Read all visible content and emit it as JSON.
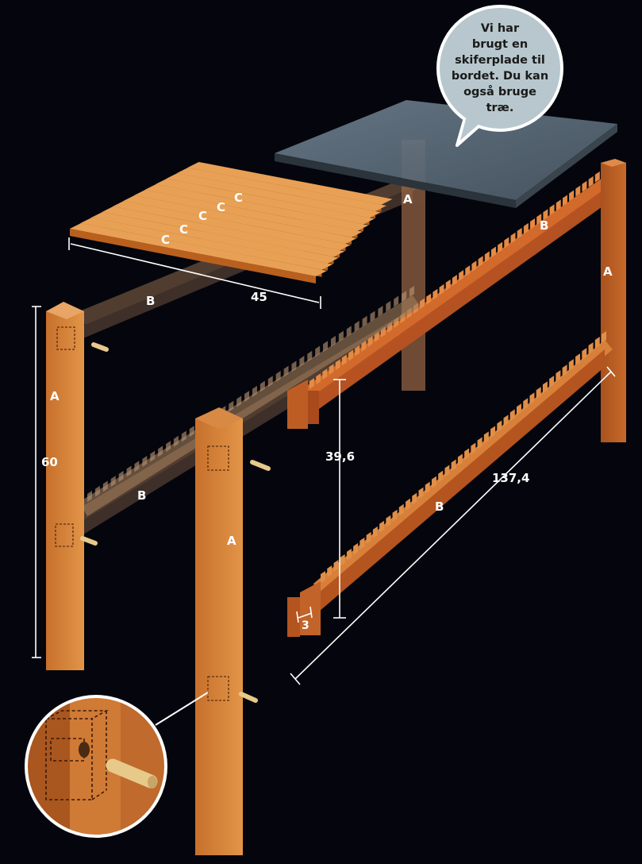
{
  "labels": {
    "part_a": "A",
    "part_b": "B",
    "part_c": "C"
  },
  "dimensions": {
    "height": "60",
    "slat_width": "45",
    "rail_length": "137,4",
    "rail_height": "39,6",
    "notch": "3"
  },
  "speech_bubble": {
    "lines": [
      "Vi har",
      "brugt en",
      "skiferplade til",
      "bordet. Du kan",
      "også bruge",
      "træ."
    ]
  },
  "colors": {
    "background": "#05060d",
    "wood_light": "#d98a3c",
    "wood_dark": "#b4541f",
    "slate": "#5c6e7e",
    "bubble": "#b7c7cd",
    "dowel": "#e7c98a"
  }
}
